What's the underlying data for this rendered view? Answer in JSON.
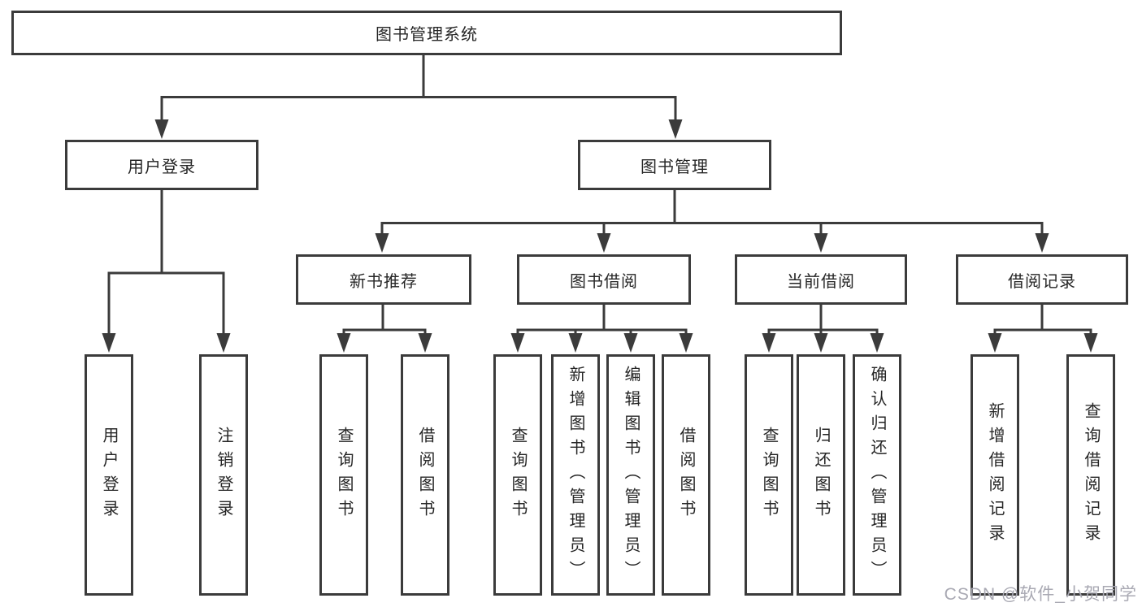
{
  "tree": {
    "label": "图书管理系统",
    "children": [
      {
        "label": "用户登录",
        "children": [
          {
            "label": "用户登录"
          },
          {
            "label": "注销登录"
          }
        ]
      },
      {
        "label": "图书管理",
        "children": [
          {
            "label": "新书推荐",
            "children": [
              {
                "label": "查询图书"
              },
              {
                "label": "借阅图书"
              }
            ]
          },
          {
            "label": "图书借阅",
            "children": [
              {
                "label": "查询图书"
              },
              {
                "label": "新增图书（管理员）"
              },
              {
                "label": "编辑图书（管理员）"
              },
              {
                "label": "借阅图书"
              }
            ]
          },
          {
            "label": "当前借阅",
            "children": [
              {
                "label": "查询图书"
              },
              {
                "label": "归还图书"
              },
              {
                "label": "确认归还（管理员）"
              }
            ]
          },
          {
            "label": "借阅记录",
            "children": [
              {
                "label": "新增借阅记录"
              },
              {
                "label": "查询借阅记录"
              }
            ]
          }
        ]
      }
    ]
  },
  "watermark": {
    "text": "CSDN @软件_小贺同学"
  },
  "colors": {
    "line": "#3b3b3b",
    "box_border": "#3b3b3b",
    "box_background": "#ffffff",
    "text": "#262626",
    "watermark": "#a9a9b3",
    "page_background": "#ffffff"
  }
}
